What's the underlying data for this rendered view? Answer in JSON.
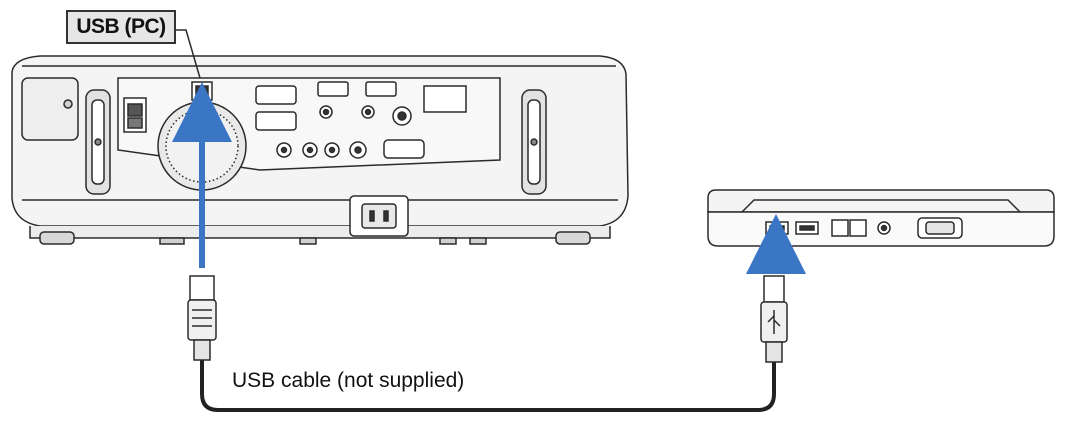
{
  "callout": {
    "usb_pc_label": "USB (PC)"
  },
  "cable": {
    "label": "USB cable (not supplied)"
  },
  "colors": {
    "arrow": "#3a76c4",
    "outline": "#2b2b2b",
    "body_fill": "#f4f4f4",
    "cable": "#222222",
    "callout_fill": "#e6e6e6"
  },
  "icons": {
    "projector": "projector-rear-panel",
    "laptop": "laptop-side-ports",
    "usb_b_plug": "usb-type-b-connector",
    "usb_a_plug": "usb-type-a-connector"
  }
}
